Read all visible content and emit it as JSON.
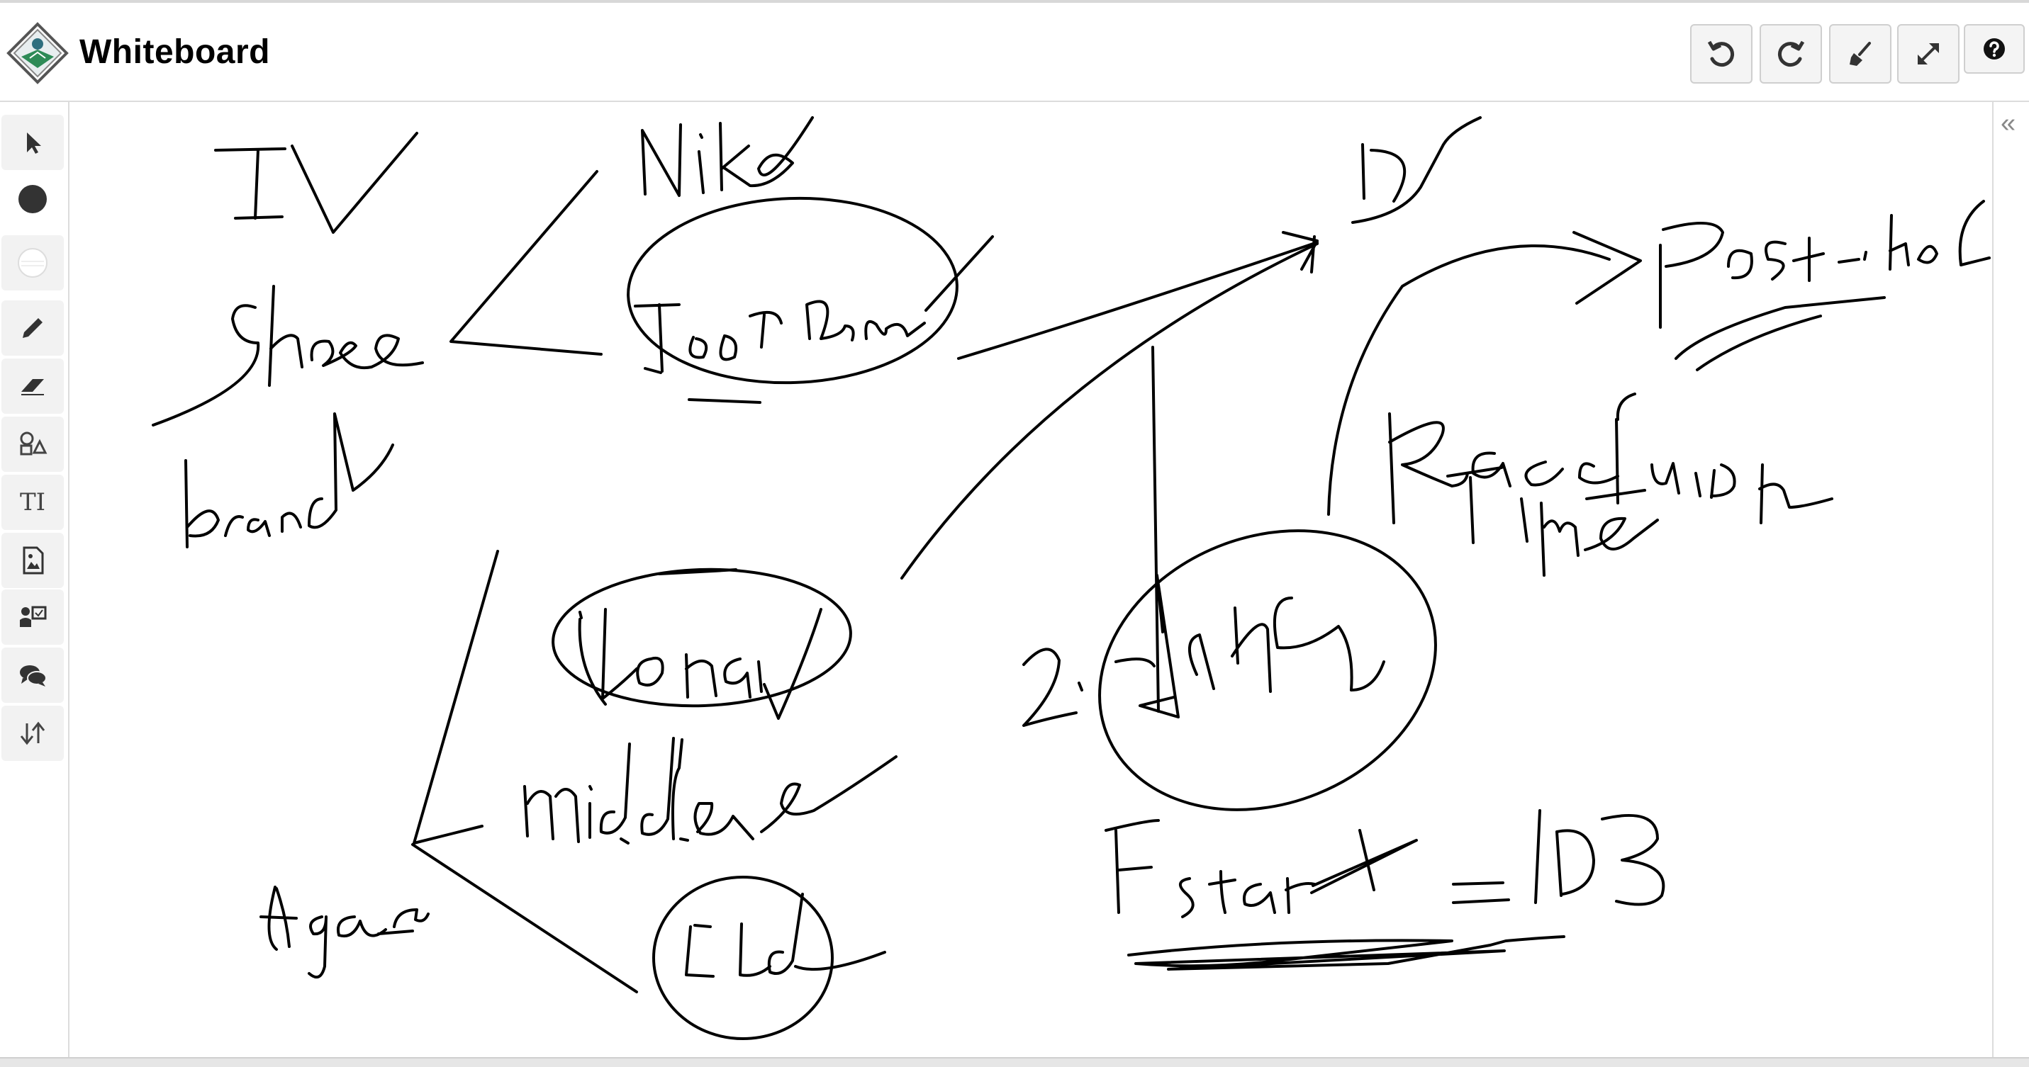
{
  "app": {
    "title": "Whiteboard"
  },
  "toolbar": {
    "buttons": [
      {
        "name": "undo",
        "icon": "undo-icon"
      },
      {
        "name": "redo",
        "icon": "redo-icon"
      },
      {
        "name": "clear",
        "icon": "broom-icon"
      },
      {
        "name": "fullscreen",
        "icon": "expand-icon"
      },
      {
        "name": "help",
        "icon": "question-icon"
      }
    ]
  },
  "tools": [
    {
      "name": "select",
      "icon": "pointer-icon"
    },
    {
      "name": "stroke-color",
      "icon": "color-dot-icon",
      "color": "#333333"
    },
    {
      "name": "fill-color",
      "icon": "fill-dot-icon",
      "color": "#ffffff"
    },
    {
      "name": "pen",
      "icon": "pencil-icon"
    },
    {
      "name": "eraser",
      "icon": "eraser-icon"
    },
    {
      "name": "shapes",
      "icon": "shapes-icon"
    },
    {
      "name": "text",
      "icon": "text-icon",
      "label": "TI"
    },
    {
      "name": "image",
      "icon": "image-icon"
    },
    {
      "name": "presenter",
      "icon": "presenter-icon"
    },
    {
      "name": "chat",
      "icon": "chat-icon"
    },
    {
      "name": "arrange",
      "icon": "sort-arrows-icon"
    }
  ],
  "rightbar": {
    "collapse_label": "«"
  },
  "colors": {
    "ink": "#000000",
    "border": "#dcdcdc",
    "button_bg": "#f4f4f4"
  }
}
